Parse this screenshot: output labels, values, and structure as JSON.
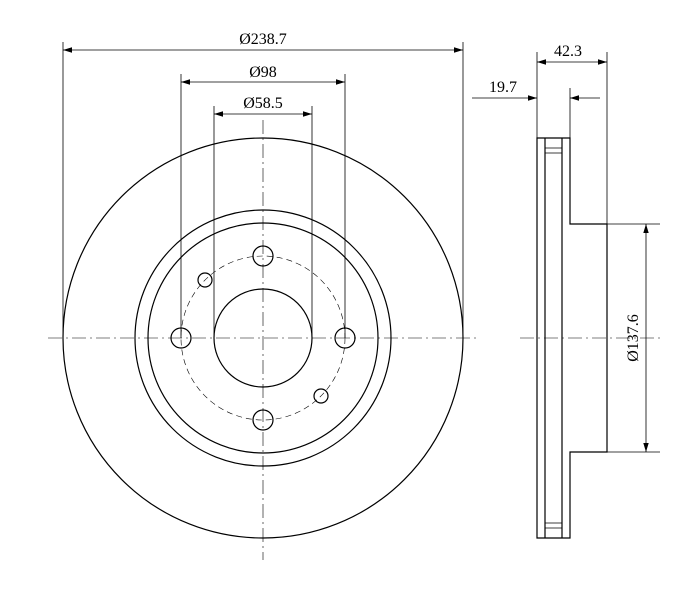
{
  "dimensions": {
    "outer_diameter": "Ø238.7",
    "bolt_circle_diameter": "Ø98",
    "center_bore_diameter": "Ø58.5",
    "overall_height": "42.3",
    "disc_thickness": "19.7",
    "hat_diameter": "Ø137.6"
  },
  "colors": {
    "line": "#000000",
    "background": "#ffffff"
  }
}
